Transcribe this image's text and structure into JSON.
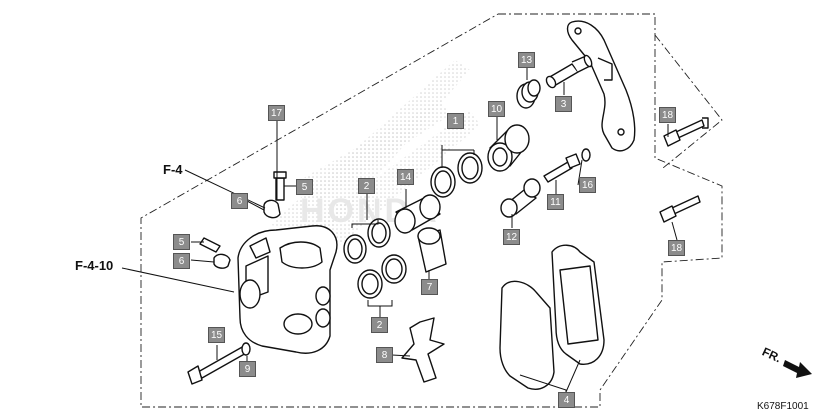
{
  "diagram": {
    "drawing_code": "K678F1001",
    "direction_label": "FR.",
    "refs": {
      "f4": "F-4",
      "f410": "F-4-10"
    },
    "watermark": "HONDA",
    "callouts": [
      {
        "id": "c17",
        "num": "17"
      },
      {
        "id": "c13",
        "num": "13"
      },
      {
        "id": "c3",
        "num": "3"
      },
      {
        "id": "c1",
        "num": "1"
      },
      {
        "id": "c10",
        "num": "10"
      },
      {
        "id": "c18a",
        "num": "18"
      },
      {
        "id": "c5a",
        "num": "5"
      },
      {
        "id": "c6a",
        "num": "6"
      },
      {
        "id": "c2a",
        "num": "2"
      },
      {
        "id": "c14",
        "num": "14"
      },
      {
        "id": "c16",
        "num": "16"
      },
      {
        "id": "c11",
        "num": "11"
      },
      {
        "id": "c12",
        "num": "12"
      },
      {
        "id": "c18b",
        "num": "18"
      },
      {
        "id": "c5b",
        "num": "5"
      },
      {
        "id": "c6b",
        "num": "6"
      },
      {
        "id": "c7",
        "num": "7"
      },
      {
        "id": "c2b",
        "num": "2"
      },
      {
        "id": "c15",
        "num": "15"
      },
      {
        "id": "c9",
        "num": "9"
      },
      {
        "id": "c8",
        "num": "8"
      },
      {
        "id": "c4",
        "num": "4"
      }
    ]
  },
  "colors": {
    "box_fill": "#8c8c8c",
    "box_text": "#ffffff",
    "line": "#111111",
    "watermark": "#e8e8e8"
  }
}
